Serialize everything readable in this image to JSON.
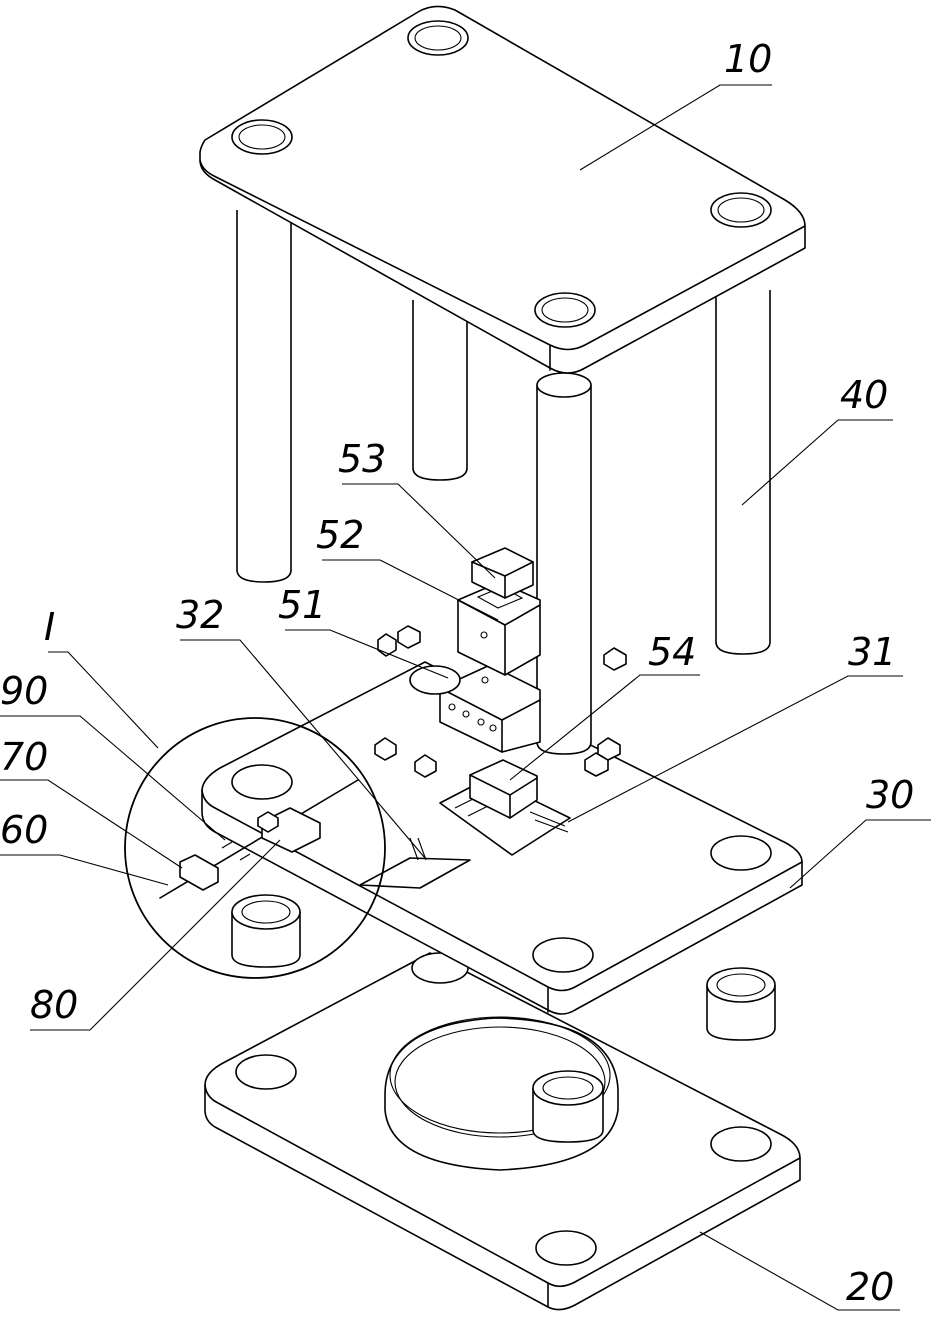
{
  "labels": {
    "top_plate": "10",
    "base_plate": "20",
    "middle_plate": "30",
    "slot_31": "31",
    "part_32": "32",
    "guide_pillars": "40",
    "part_51": "51",
    "part_52": "52",
    "part_53": "53",
    "part_54": "54",
    "part_60": "60",
    "part_70": "70",
    "part_80": "80",
    "part_90": "90",
    "detail_I": "I"
  }
}
